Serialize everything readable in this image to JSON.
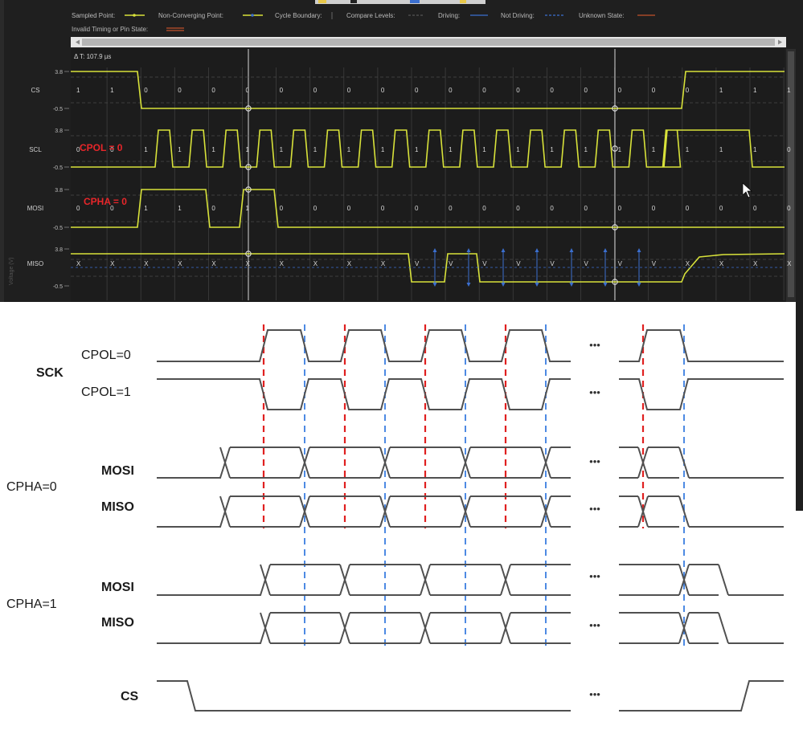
{
  "legend": {
    "sampled": "Sampled Point:",
    "nonconv": "Non-Converging Point:",
    "cycle": "Cycle Boundary:",
    "compare": "Compare Levels:",
    "driving": "Driving:",
    "notdriving": "Not Driving:",
    "unknown": "Unknown State:",
    "invalid": "Invalid Timing or Pin State:"
  },
  "delta_label": "Δ T: 107.9 µs",
  "y_axis_label": "Voltage (V)",
  "channels": [
    {
      "name": "CS",
      "top": "3.8",
      "bottom": "-0.5"
    },
    {
      "name": "SCL",
      "top": "3.8",
      "bottom": "-0.5"
    },
    {
      "name": "MOSI",
      "top": "3.8",
      "bottom": "-0.5"
    },
    {
      "name": "MISO",
      "top": "3.8",
      "bottom": "-0.5"
    }
  ],
  "bit_labels": {
    "cs": [
      "1",
      "1",
      "0",
      "0",
      "0",
      "0",
      "0",
      "0",
      "0",
      "0",
      "0",
      "0",
      "0",
      "0",
      "0",
      "0",
      "0",
      "0",
      "0",
      "1",
      "1",
      "1"
    ],
    "scl": [
      "0",
      "0",
      "1",
      "1",
      "1",
      "1",
      "1",
      "1",
      "1",
      "1",
      "1",
      "1",
      "1",
      "1",
      "1",
      "1",
      "1",
      "1",
      "1",
      "1",
      "1",
      "0"
    ],
    "mosi": [
      "0",
      "0",
      "1",
      "1",
      "0",
      "1",
      "0",
      "0",
      "0",
      "0",
      "0",
      "0",
      "0",
      "0",
      "0",
      "0",
      "0",
      "0",
      "0",
      "0",
      "0",
      "0"
    ],
    "miso": [
      "X",
      "X",
      "X",
      "X",
      "X",
      "X",
      "X",
      "X",
      "X",
      "X",
      "V",
      "V",
      "V",
      "V",
      "V",
      "V",
      "V",
      "V",
      "X",
      "X",
      "X",
      "X"
    ]
  },
  "annotations": {
    "cpol": "CPOL = 0",
    "cpha": "CPHA = 0"
  },
  "diagram": {
    "sck": "SCK",
    "cpol0": "CPOL=0",
    "cpol1": "CPOL=1",
    "mosi": "MOSI",
    "miso": "MISO",
    "cpha0": "CPHA=0",
    "cpha1": "CPHA=1",
    "cs": "CS",
    "ellipsis": "•••"
  },
  "colors": {
    "trace": "#d8e23a",
    "scope_bg": "#1f1f1f",
    "annotation": "#e8262a",
    "red_edge": "#e02020",
    "blue_edge": "#3a7de0",
    "diagram_line": "#505050"
  }
}
